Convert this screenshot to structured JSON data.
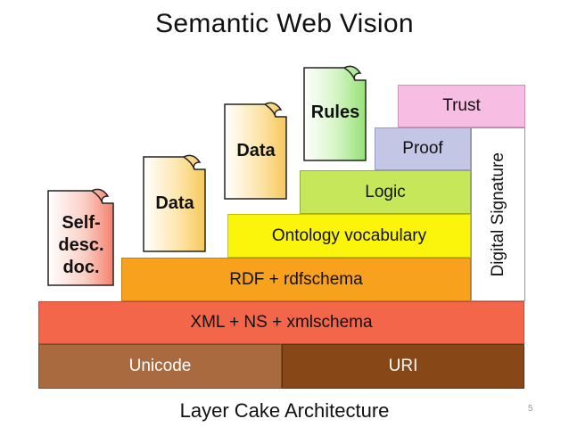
{
  "title": "Semantic Web Vision",
  "subtitle": "Layer Cake Architecture",
  "slide_number": "5",
  "layers": {
    "unicode": "Unicode",
    "uri": "URI",
    "xml": "XML + NS + xmlschema",
    "rdf": "RDF + rdfschema",
    "ontology": "Ontology vocabulary",
    "logic": "Logic",
    "proof": "Proof",
    "trust": "Trust",
    "digital_signature": "Digital Signature"
  },
  "documents": {
    "self_desc": "Self-\ndesc.\ndoc.",
    "data1": "Data",
    "data2": "Data",
    "rules": "Rules"
  },
  "colors": {
    "unicode": "#a86a3e",
    "uri": "#874716",
    "xml": "#f4664a",
    "rdf": "#f7a11d",
    "ontology": "#fbf50c",
    "logic": "#c7e75b",
    "proof": "#c4c6e6",
    "trust": "#f8bde2",
    "signature": "#ffffff",
    "doc_selfdesc": "#f4826e",
    "doc_data": "#f7c85a",
    "doc_rules": "#96e276"
  }
}
